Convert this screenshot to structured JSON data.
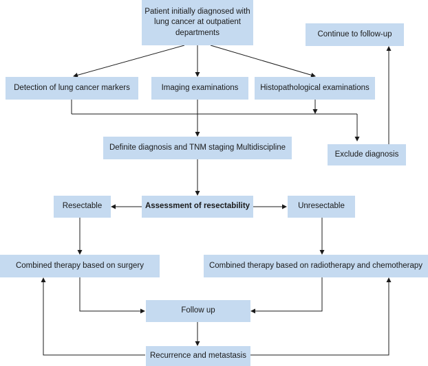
{
  "nodes": {
    "patient": "Patient initially diagnosed with lung cancer at outpatient departments",
    "continue_followup": "Continue to follow-up",
    "markers": "Detection of lung cancer markers",
    "imaging": "Imaging examinations",
    "histopath": "Histopathological examinations",
    "definite": "Definite diagnosis and TNM staging Multidiscipline",
    "exclude": "Exclude diagnosis",
    "resectable": "Resectable",
    "assessment": "Assessment of resectability",
    "unresectable": "Unresectable",
    "surgery": "Combined therapy based on surgery",
    "radiochemo": "Combined therapy based on radiotherapy and chemotherapy",
    "follow_up": "Follow up",
    "recurrence": "Recurrence and metastasis"
  },
  "colors": {
    "box_fill": "#c5daf0",
    "line": "#1a1a1a"
  }
}
